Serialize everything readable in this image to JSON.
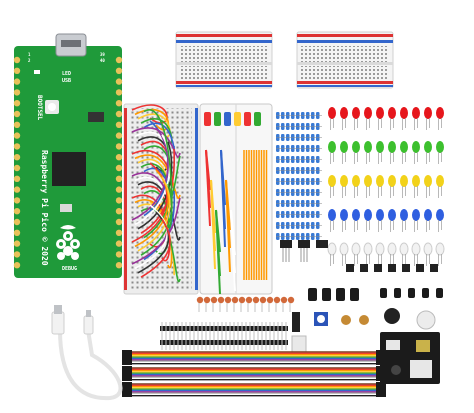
{
  "pico_board": {
    "model_text": "Raspberry Pi Pico © 2020",
    "bootsel": "BOOTSEL",
    "led": "LED",
    "usb": "USB",
    "debug": "DEBUG",
    "pin_top_left": "1",
    "pin_top_right": "39",
    "pin_left_2": "2",
    "pin_right_40": "40",
    "colors": {
      "pcb": "#1f9a3a",
      "pin": "#e8c25a"
    }
  },
  "kit_items": [
    "Raspberry Pi Pico board",
    "two half-size breadboards",
    "jumper wire bundle",
    "jumper wire kit in box",
    "resistor strips",
    "LEDs red green yellow blue white",
    "push buttons",
    "capacitors",
    "pin headers",
    "dupont cables",
    "USB cable",
    "power module"
  ],
  "led_colors": [
    "#e6161c",
    "#3dc02e",
    "#f2d21a",
    "#2f5fe0",
    "#f2f2f2"
  ]
}
